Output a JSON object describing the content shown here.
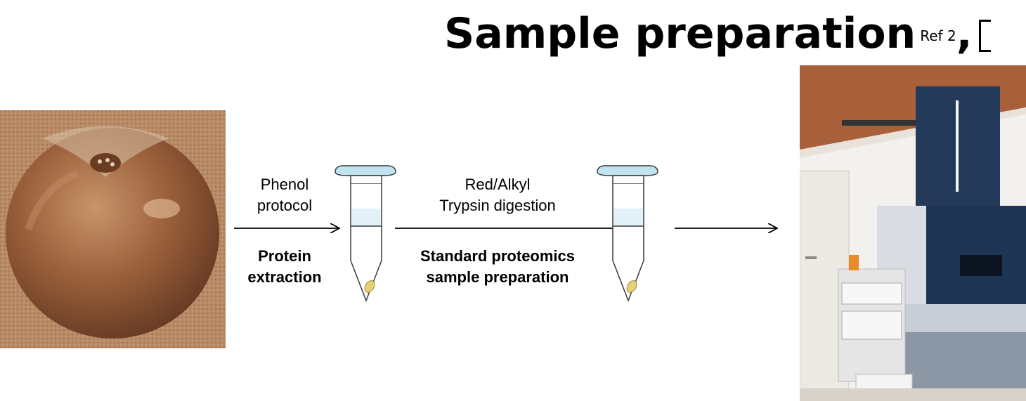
{
  "title": {
    "main": "Sample preparation",
    "ref": "Ref 2",
    "comma": ","
  },
  "step1": {
    "above_line1": "Phenol",
    "above_line2": "protocol",
    "below_line1": "Protein",
    "below_line2": "extraction"
  },
  "step2": {
    "above_line1": "Red/Alkyl",
    "above_line2": "Trypsin digestion",
    "below_line1": "Standard proteomics",
    "below_line2": "sample preparation"
  },
  "images": {
    "tomato": "tomato-photo",
    "instrument": "mass-spectrometer-photo"
  },
  "colors": {
    "tube_cap": "#bfe3ef",
    "tube_liquid": "#e2f1f7",
    "pellet": "#e8d07a",
    "tomato_tint": "#a8683f"
  }
}
